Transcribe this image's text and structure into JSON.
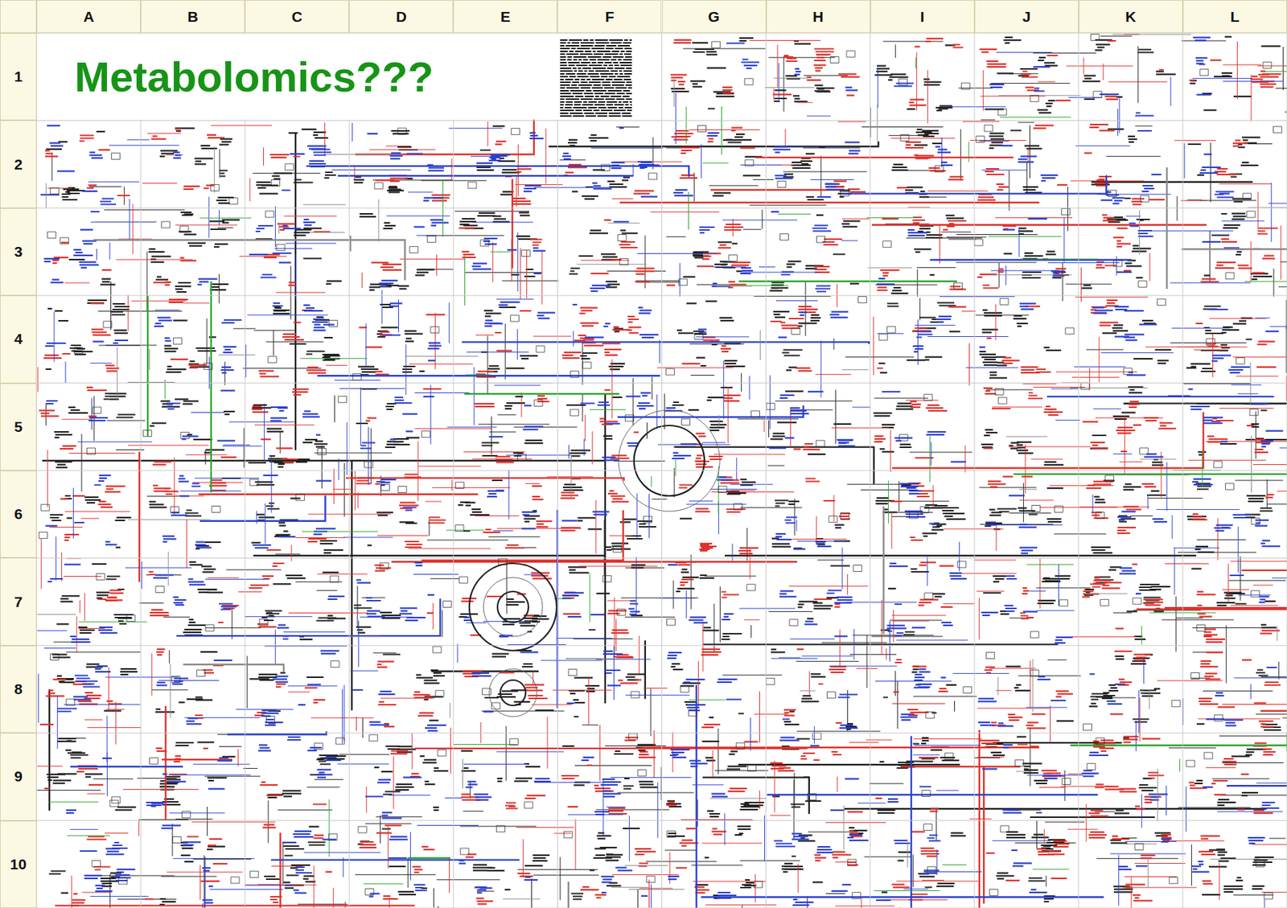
{
  "diagram": {
    "title": "Metabolomics???",
    "labels": [
      "A",
      "B",
      "C",
      "D",
      "E",
      "F",
      "G",
      "H",
      "I",
      "J",
      "K",
      "L",
      "1",
      "2",
      "3",
      "4",
      "5",
      "6",
      "7",
      "8",
      "9",
      "10"
    ]
  }
}
